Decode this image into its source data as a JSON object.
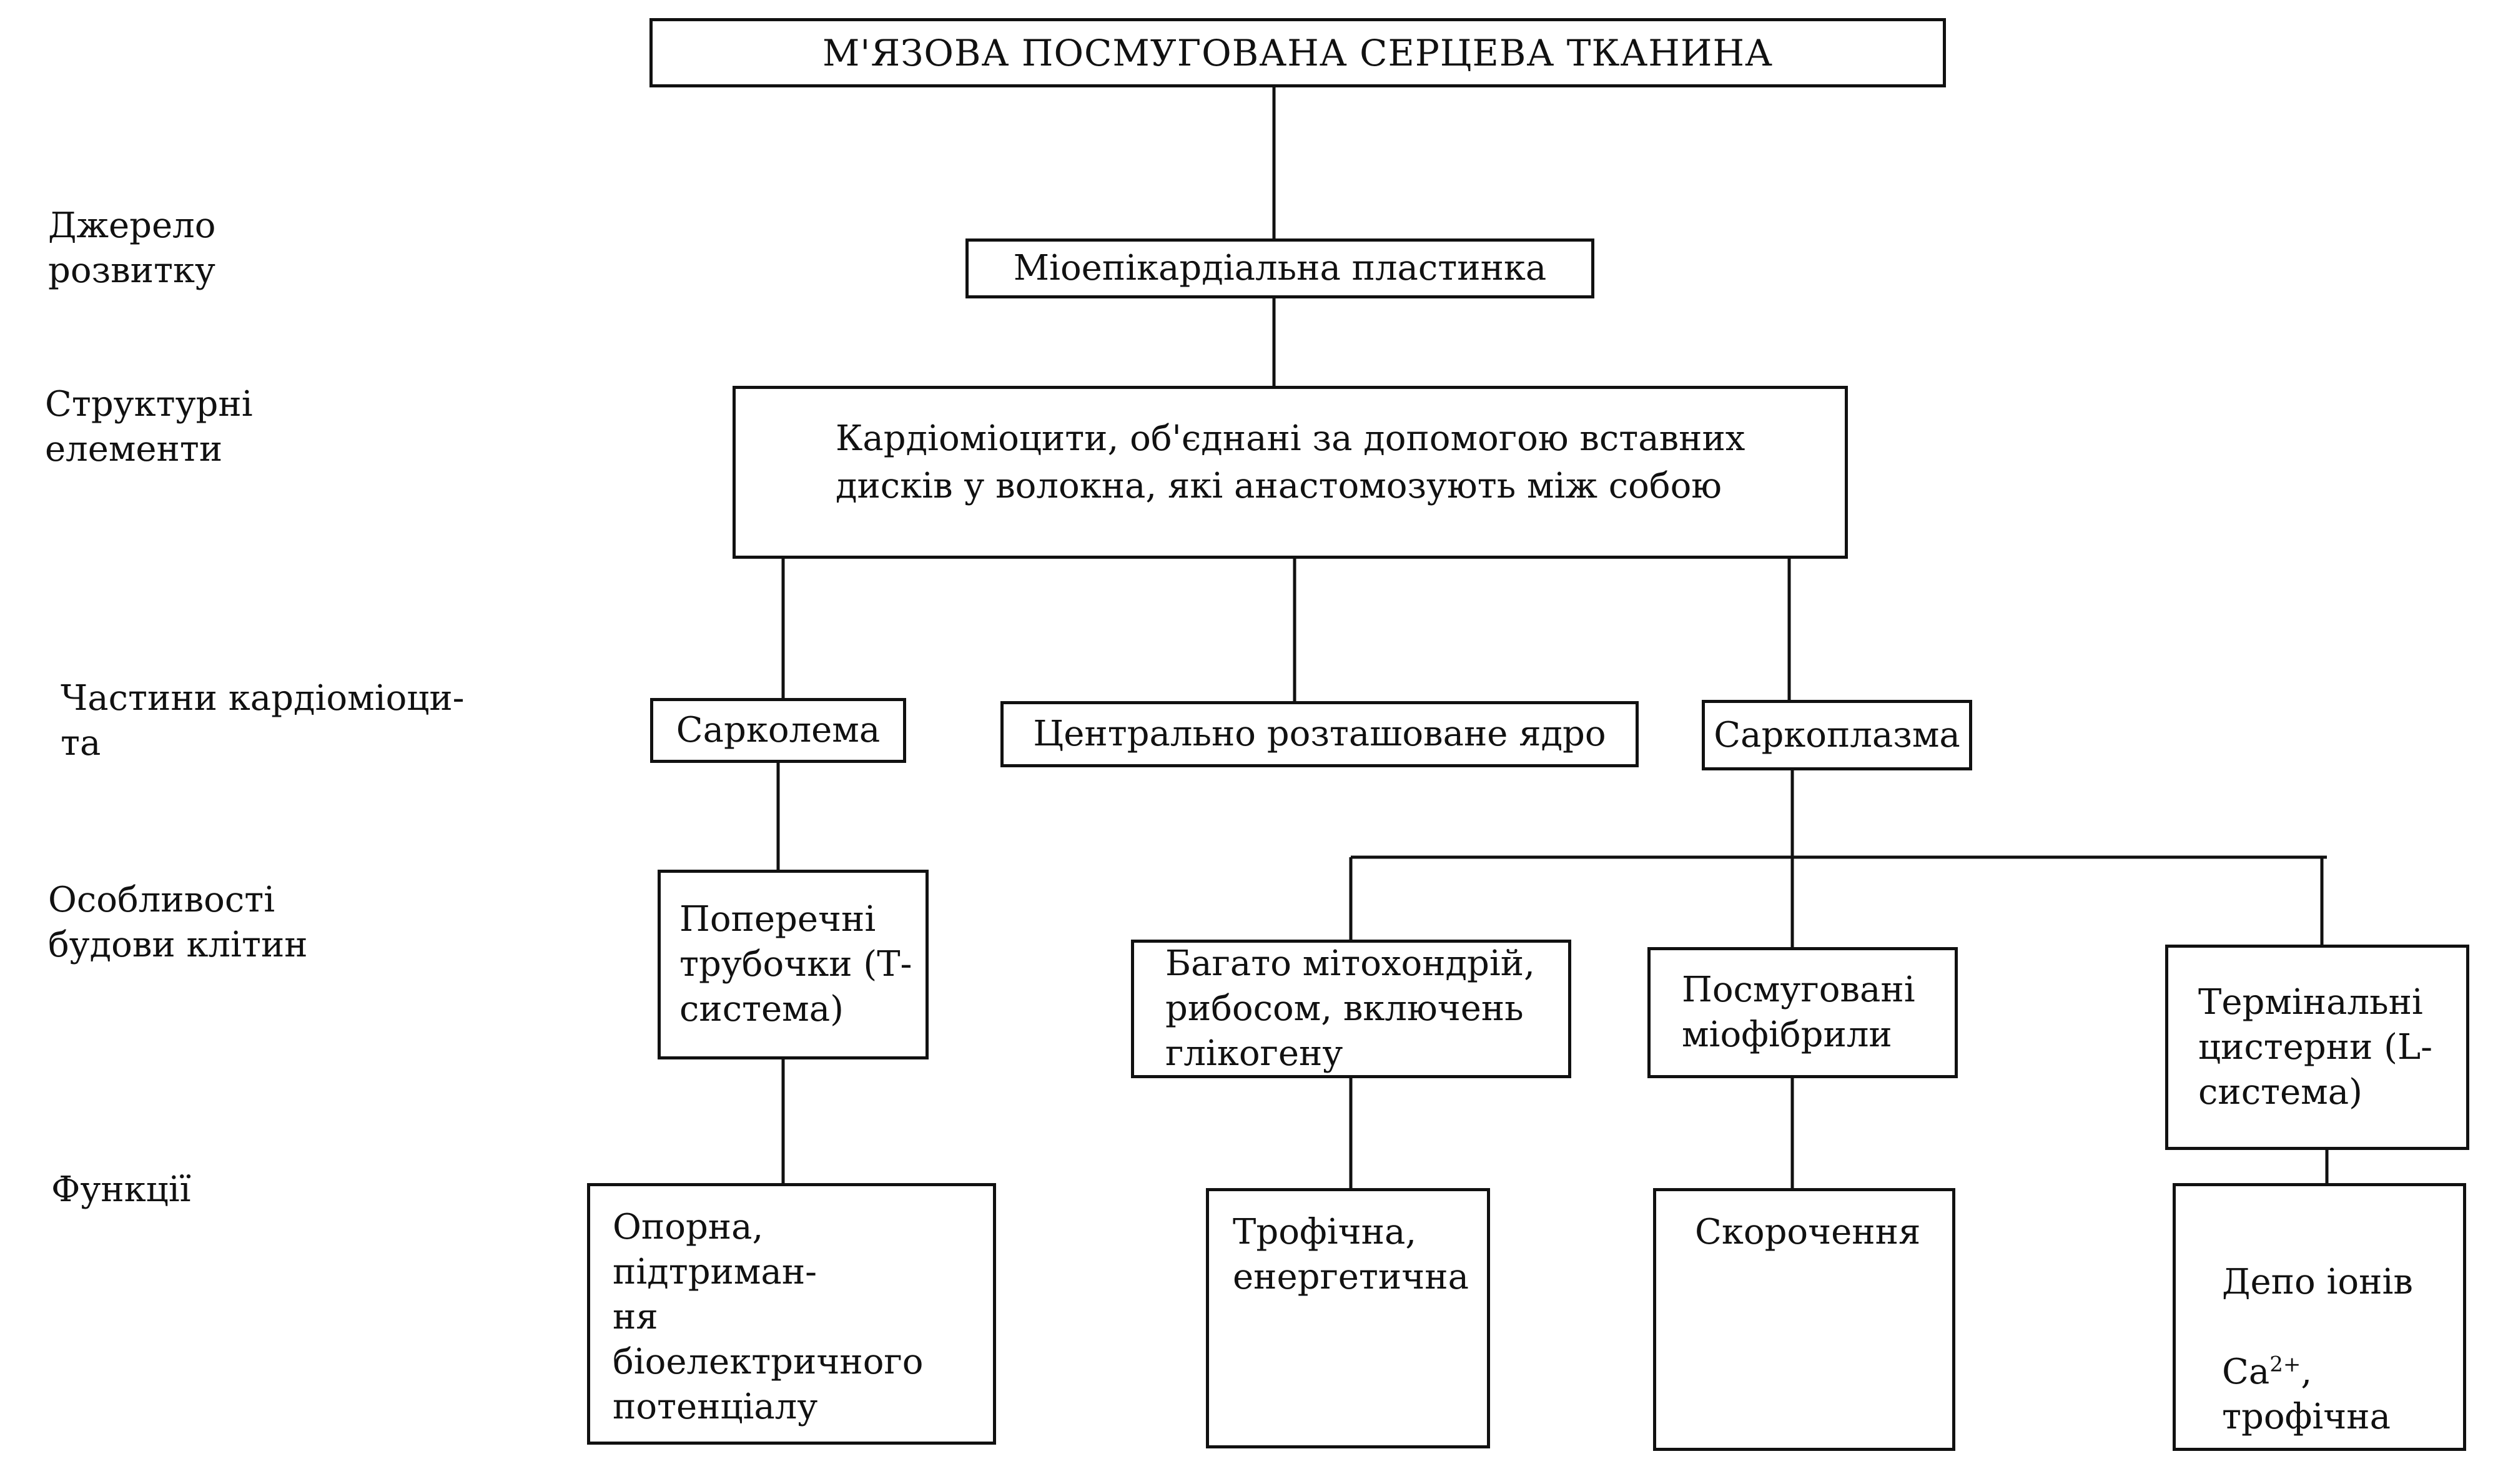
{
  "title": "М'ЯЗОВА ПОСМУГОВАНА СЕРЦЕВА ТКАНИНА",
  "row_labels": {
    "source": "Джерело\nрозвитку",
    "structure": "Структурні\nелементи",
    "parts": "Частини кардіоміоци-\nта",
    "features": "Особливості\nбудови  клітин",
    "functions": "Функції"
  },
  "source": "Міоепікардіальна пластинка",
  "structure": "Кардіоміоцити, об'єднані за допомогою вставних\nдисків у волокна, які анастомозують між собою",
  "parts": {
    "sarcolemma": "Сарколема",
    "nucleus": "Центрально розташоване ядро",
    "sarcoplasm": "Саркоплазма"
  },
  "features": {
    "t_system": "Поперечні\nтрубочки (Т-\nсистема)",
    "mitochondria": "Багато мітохондрій,\nрибосом, включень\nглікогену",
    "myofibrils": "Посмуговані\nміофібрили",
    "l_system": "Термінальні\nцистерни (L-\nсистема)"
  },
  "functions": {
    "support": "Опорна, підтриман-\nня біоелектричного\nпотенціалу",
    "trophic": "Трофічна,\nенергетична",
    "contraction": "Скорочення",
    "depot_line1": "Депо іонів",
    "depot_ion": "Ca",
    "depot_charge": "2+",
    "depot_line3": ", \nтрофічна"
  }
}
